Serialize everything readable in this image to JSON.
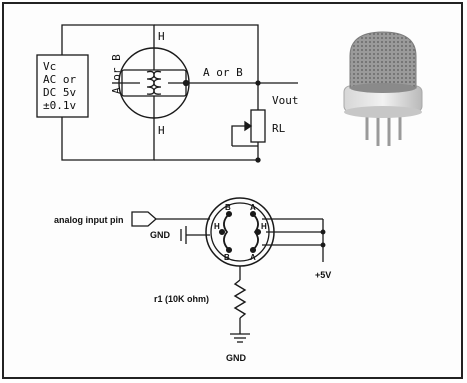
{
  "top_circuit": {
    "supply": {
      "line1": "Vc",
      "line2": "AC or",
      "line3": "DC 5v",
      "line4": "±0.1v"
    },
    "pin_h_top": "H",
    "pin_h_bottom": "H",
    "pin_a_or_b_vertical": "A or B",
    "pin_a_or_b_horizontal": "A or B",
    "vout": "Vout",
    "load": "RL"
  },
  "bottom_circuit": {
    "analog_input": "analog input pin",
    "gnd_left": "GND",
    "vplus": "+5V",
    "resistor": "r1 (10K ohm)",
    "gnd_bottom": "GND",
    "pin_b_top": "B",
    "pin_a_top": "A",
    "pin_h_left": "H",
    "pin_h_right": "H",
    "pin_b_bottom": "B",
    "pin_a_bottom": "A"
  },
  "colors": {
    "wire": "#1a1a1a",
    "sensor_mesh": "#8f8f8f",
    "sensor_base": "#bdbdbd"
  }
}
